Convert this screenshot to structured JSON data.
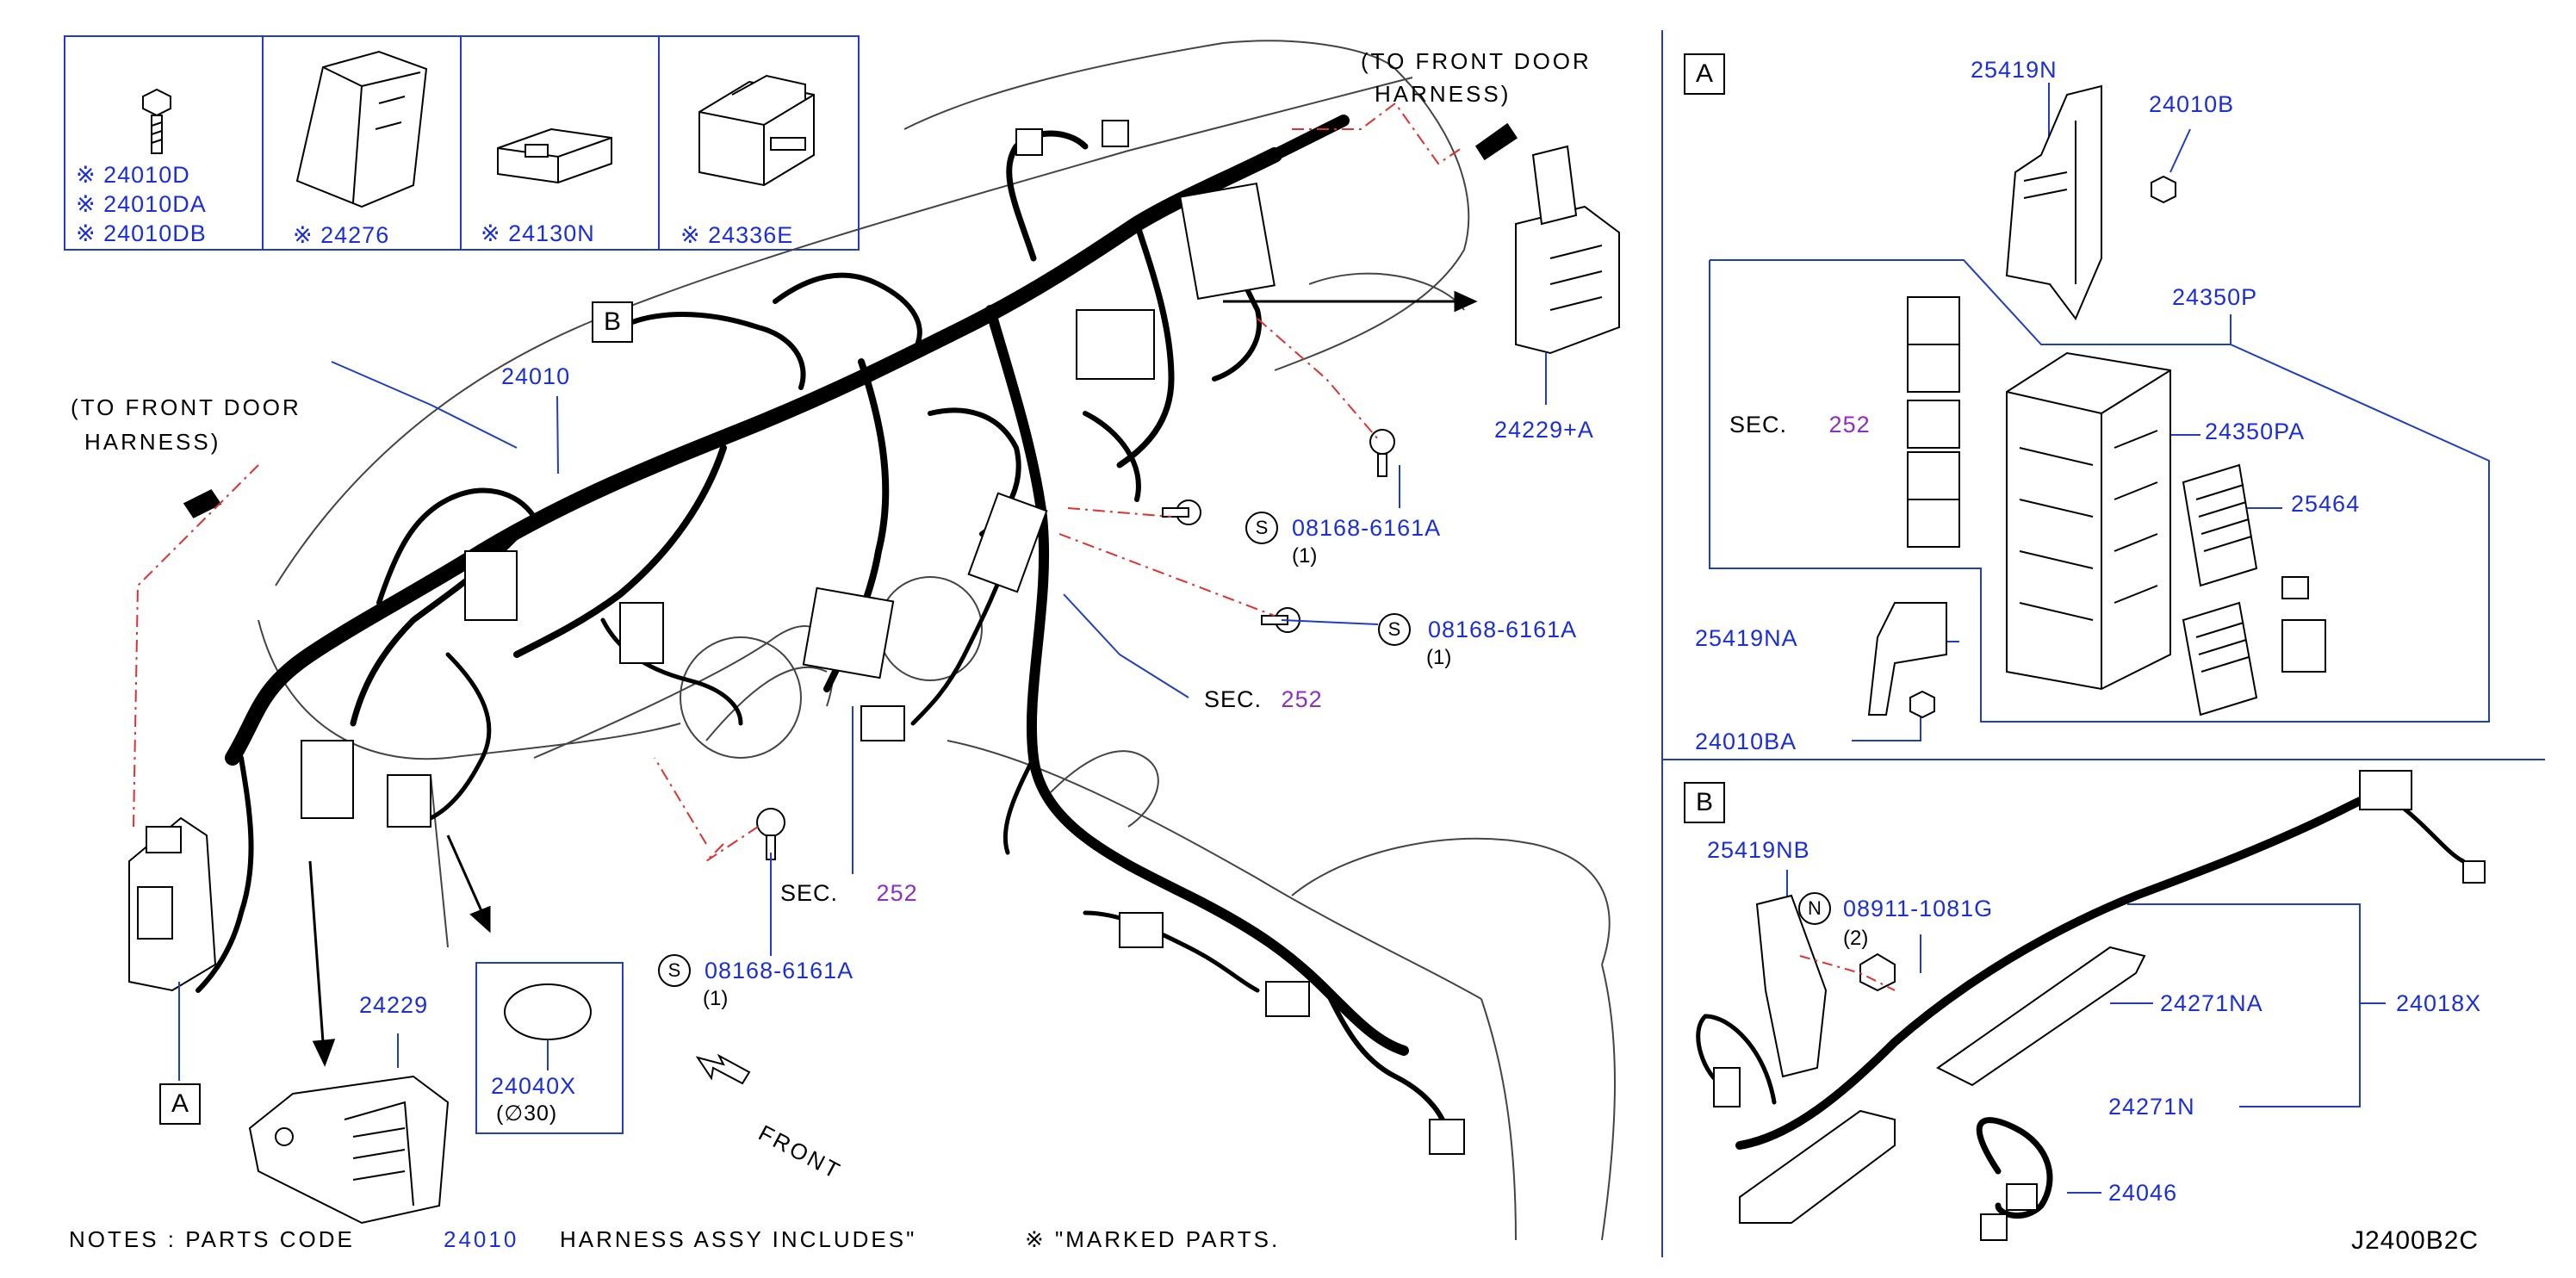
{
  "legend": {
    "items": [
      {
        "codes": [
          "※ 24010D",
          "※ 24010DA",
          "※ 24010DB"
        ]
      },
      {
        "code": "※ 24276"
      },
      {
        "code": "※ 24130N"
      },
      {
        "code": "※ 24336E"
      }
    ]
  },
  "main": {
    "to_front_door_left": [
      "(TO FRONT DOOR",
      "HARNESS)"
    ],
    "to_front_door_top": [
      "(TO FRONT DOOR",
      "HARNESS)"
    ],
    "ref_b": "B",
    "ref_a": "A",
    "part_24010": "24010",
    "part_24229_a": "24229+A",
    "part_24229": "24229",
    "part_24040x": "24040X",
    "part_24040x_size": "(∅30)",
    "screw_1": {
      "symbol": "S",
      "code": "08168-6161A",
      "qty": "(1)"
    },
    "screw_2": {
      "symbol": "S",
      "code": "08168-6161A",
      "qty": "(1)"
    },
    "screw_3": {
      "symbol": "S",
      "code": "08168-6161A",
      "qty": "(1)"
    },
    "sec_1": {
      "label": "SEC.",
      "num": "252"
    },
    "sec_2": {
      "label": "SEC.",
      "num": "252"
    },
    "front": "FRONT"
  },
  "panel_a": {
    "tag": "A",
    "p25419n": "25419N",
    "p24010b": "24010B",
    "p24350p": "24350P",
    "sec": {
      "label": "SEC.",
      "num": "252"
    },
    "p24350pa": "24350PA",
    "p25464": "25464",
    "p25419na": "25419NA",
    "p24010ba": "24010BA"
  },
  "panel_b": {
    "tag": "B",
    "p25419nb": "25419NB",
    "nut": {
      "symbol": "N",
      "code": "08911-1081G",
      "qty": "(2)"
    },
    "p24271na": "24271NA",
    "p24018x": "24018X",
    "p24271n": "24271N",
    "p24046": "24046"
  },
  "footer": {
    "notes_label": "NOTES : PARTS CODE",
    "notes_code": "24010",
    "notes_rest": "HARNESS ASSY INCLUDES\"",
    "notes_marked": "※ \"MARKED PARTS.",
    "diagram_id": "J2400B2C"
  },
  "colors": {
    "part_label": "#1b2fd6",
    "section_num": "#8e2fc2",
    "leader": "#1f3fc0",
    "dashed": "#e03030",
    "harness": "#000000"
  }
}
